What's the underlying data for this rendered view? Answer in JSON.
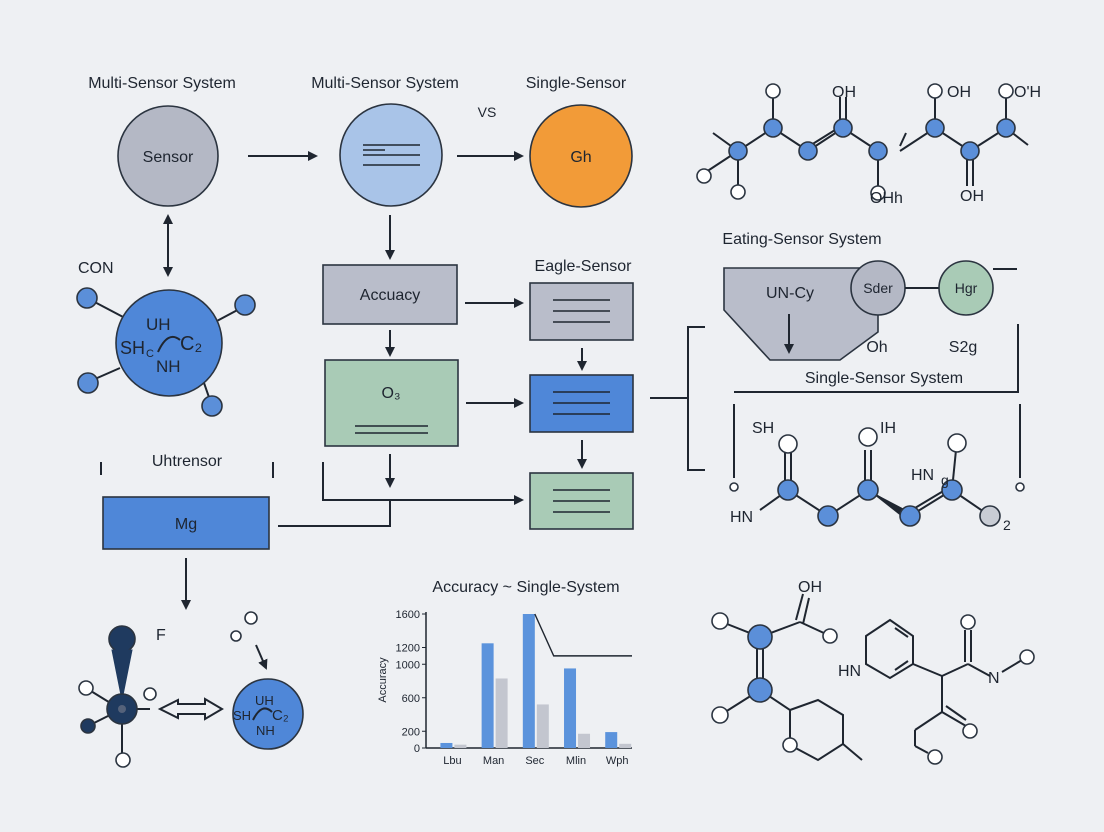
{
  "labels": {
    "multi_sensor_left": "Multi-Sensor System",
    "multi_sensor_mid": "Multi-Sensor System",
    "single_sensor": "Single-Sensor",
    "vs": "VS",
    "sensor_circle": "Sensor",
    "gh_circle": "Gh",
    "con": "CON",
    "accuracy_box": "Accuacy",
    "eagle_sensor": "Eagle-Sensor",
    "o3_box": "O₃",
    "eating_sensor_system": "Eating-Sensor System",
    "unc_block": "UN-Cy",
    "sder_circle": "Sder",
    "hgr_circle": "Hgr",
    "oh_label": "Oh",
    "s2g_label": "S2g",
    "single_sensor_system": "Single-Sensor System",
    "uhtrensor": "Uhtrensor",
    "mg_box": "Mɡ",
    "f_label": "F",
    "molecule_text": {
      "uh": "UH",
      "sh": "SH",
      "c2": "C₂",
      "nh": "NH",
      "c_sub": "C"
    },
    "top_molecule": {
      "oh1": "OH",
      "oh2": "OH",
      "oh3": "O'H",
      "ohh": "OHh",
      "oh4": "OH"
    },
    "right_molecule": {
      "sh": "SH",
      "ih": "IH",
      "hn_left": "HN",
      "hn_right": "HN",
      "g": "g",
      "sub2": "2"
    },
    "bottom_molecule": {
      "oh": "OH",
      "hn": "HN",
      "n": "N"
    }
  },
  "colors": {
    "gray_circle": "#b4b8c5",
    "light_blue": "#a9c4e8",
    "orange": "#f29b38",
    "atom_blue": "#5b8fd9",
    "box_gray": "#b9bdca",
    "box_green": "#a9cbb6",
    "box_blue": "#4f87d8",
    "dark_navy": "#1f3a5f",
    "bar_blue": "#5b93dc",
    "bar_gray": "#c3c6cf"
  },
  "chart_data": {
    "type": "bar",
    "title": "Accuracy ~ Single-System",
    "ylabel": "Accuracy",
    "xlabel": "",
    "categories": [
      "Lbu",
      "Man",
      "Sec",
      "Mlin",
      "Wph"
    ],
    "series": [
      {
        "values": [
          60,
          1250,
          1600,
          950,
          190
        ]
      },
      {
        "values": [
          40,
          830,
          520,
          170,
          50
        ]
      }
    ],
    "yticks": [
      0,
      200,
      600,
      1000,
      1200,
      1600
    ],
    "ylim": [
      0,
      1600
    ],
    "overlay_line": [
      1600,
      1100,
      1100
    ],
    "grid": false
  }
}
